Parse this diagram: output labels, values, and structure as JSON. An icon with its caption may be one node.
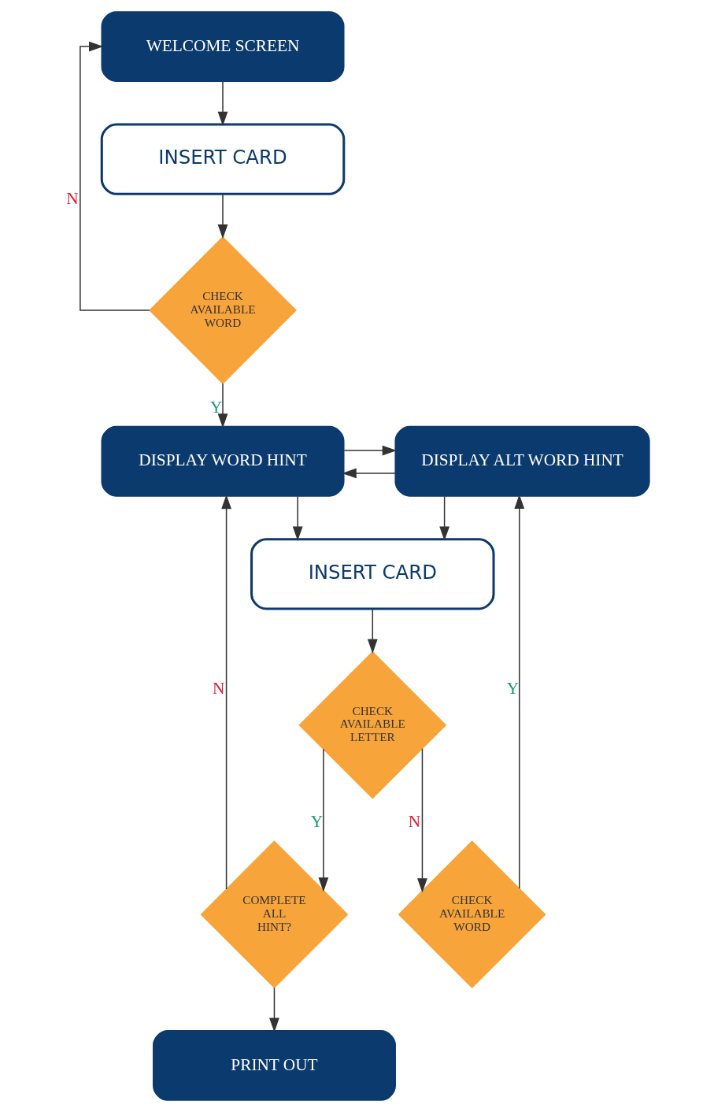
{
  "diagram": {
    "nodes": [
      {
        "text": [
          "WELCOME SCREEN"
        ]
      },
      {
        "text": [
          "INSERT CARD"
        ]
      },
      {
        "text": [
          "CHECK AVAILABLE WORD"
        ]
      },
      {
        "text": [
          "DISPLAY WORD HINT"
        ]
      },
      {
        "text": [
          "DISPLAY ALT WORD HINT"
        ]
      },
      {
        "text": [
          "INSERT CARD"
        ]
      },
      {
        "text": [
          "CHECK AVAILABLE LETTER"
        ]
      },
      {
        "text": [
          "COMPLETE ALL HINT?"
        ]
      },
      {
        "text": [
          "CHECK AVAILABLE WORD"
        ]
      },
      {
        "text": [
          "PRINT OUT"
        ]
      }
    ],
    "edges": [
      {
        "from": 0,
        "to": 1,
        "arrow": "to"
      },
      {
        "from": 1,
        "to": 2,
        "arrow": "to"
      },
      {
        "from": 2,
        "to": 3,
        "arrow": "to",
        "label": "Y"
      },
      {
        "from": 2,
        "to": 0,
        "arrow": "to",
        "label": "N"
      },
      {
        "from": 3,
        "to": 4,
        "arrow": "to"
      },
      {
        "from": 4,
        "to": 3,
        "arrow": "to"
      },
      {
        "from": 3,
        "to": 5,
        "arrow": "to"
      },
      {
        "from": 4,
        "to": 5,
        "arrow": "to"
      },
      {
        "from": 5,
        "to": 6,
        "arrow": "to"
      },
      {
        "from": 6,
        "to": 7,
        "arrow": "to",
        "label": "Y"
      },
      {
        "from": 6,
        "to": 8,
        "arrow": "to",
        "label": "N"
      },
      {
        "from": 7,
        "to": 3,
        "arrow": "to",
        "label": "N"
      },
      {
        "from": 7,
        "to": 9,
        "arrow": "to"
      },
      {
        "from": 8,
        "to": 4,
        "arrow": "to",
        "label": "Y"
      }
    ]
  }
}
